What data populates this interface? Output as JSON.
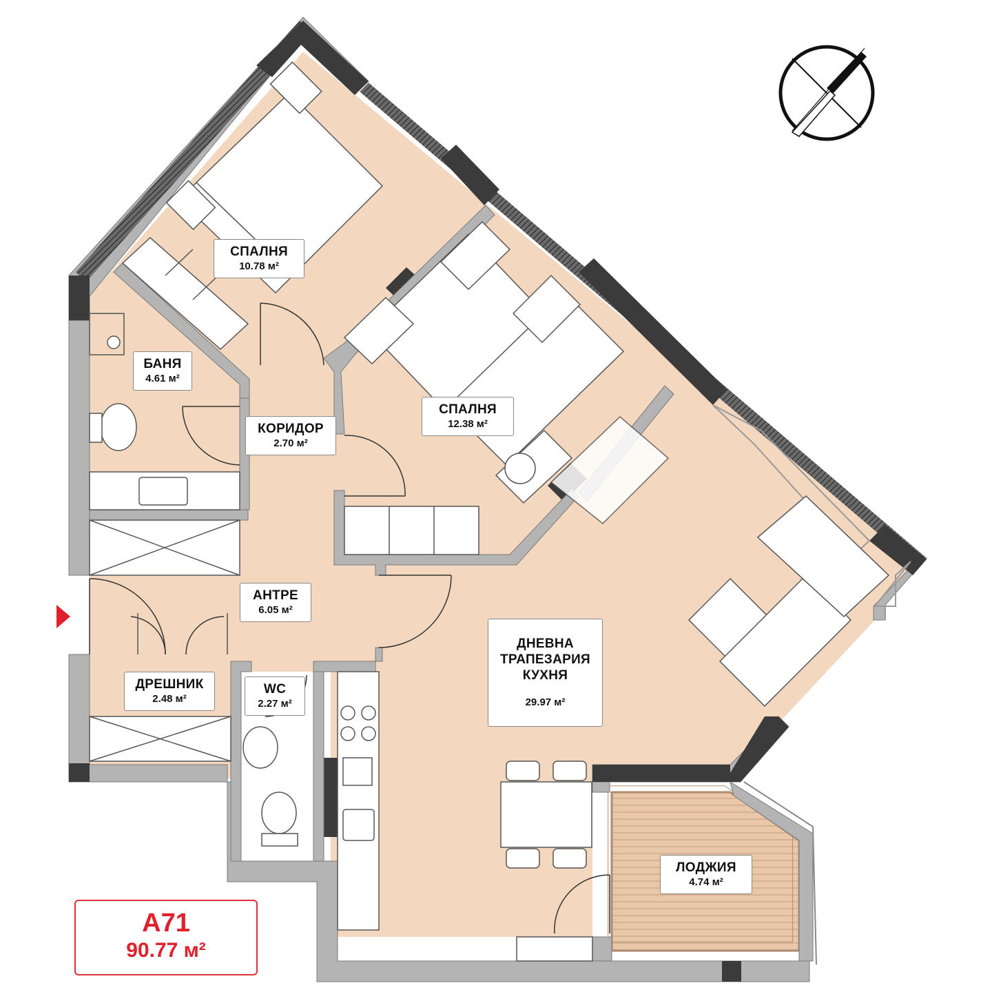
{
  "unit": {
    "code": "A71",
    "total_area": "90.77 м²"
  },
  "colors": {
    "floor": "#f3d7bf",
    "loggia": "#e9c8aa",
    "wall_light": "#b4b4b4",
    "wall_dark": "#3b3b3b",
    "accent": "#e0202a"
  },
  "rooms": [
    {
      "id": "bedroom-1",
      "name": "СПАЛНЯ",
      "area": "10.78 м²"
    },
    {
      "id": "bathroom",
      "name": "БАНЯ",
      "area": "4.61 м²"
    },
    {
      "id": "corridor",
      "name": "КОРИДОР",
      "area": "2.70 м²"
    },
    {
      "id": "bedroom-2",
      "name": "СПАЛНЯ",
      "area": "12.38 м²"
    },
    {
      "id": "hall",
      "name": "АНТРЕ",
      "area": "6.05 м²"
    },
    {
      "id": "living",
      "name": "ДНЕВНА\nТРАПЕЗАРИЯ\nКУХНЯ",
      "area": "29.97 м²"
    },
    {
      "id": "wardrobe",
      "name": "ДРЕШНИК",
      "area": "2.48 м²"
    },
    {
      "id": "wc",
      "name": "WC",
      "area": "2.27 м²"
    },
    {
      "id": "loggia",
      "name": "ЛОДЖИЯ",
      "area": "4.74 м²"
    }
  ],
  "icons": {
    "north": "compass-north-icon",
    "entrance": "entrance-arrow-icon"
  }
}
